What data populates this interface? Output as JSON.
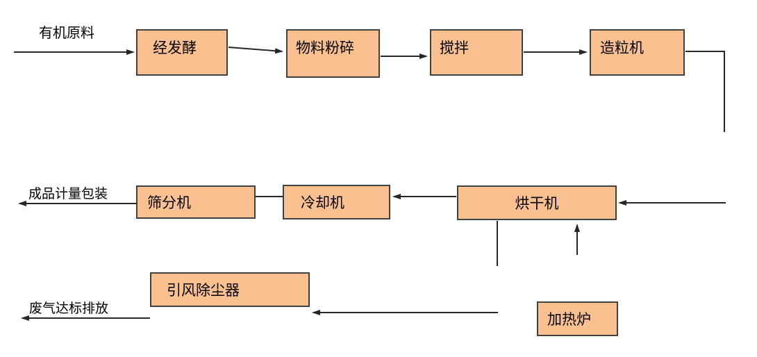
{
  "diagram": {
    "colors": {
      "canvas_bg": "#FFFFFF",
      "box_fill": "#FAC090",
      "box_border": "#404040",
      "line_color": "#262626",
      "text_color": "#000000"
    },
    "nodes": {
      "fermentation": {
        "label": "经发酵"
      },
      "crushing": {
        "label": "物料粉碎"
      },
      "mixing": {
        "label": "搅拌"
      },
      "granulator": {
        "label": "造粒机"
      },
      "screening": {
        "label": "筛分机"
      },
      "cooling": {
        "label": "冷却机"
      },
      "drying": {
        "label": "烘干机"
      },
      "dust_collector": {
        "label": "引风除尘器"
      },
      "furnace": {
        "label": "加热炉"
      }
    },
    "labels": {
      "input": "有机原料",
      "output": "成品计量包装",
      "exhaust": "废气达标排放"
    },
    "edges": [
      {
        "from": "input",
        "to": "fermentation"
      },
      {
        "from": "fermentation",
        "to": "crushing"
      },
      {
        "from": "crushing",
        "to": "mixing"
      },
      {
        "from": "mixing",
        "to": "granulator"
      },
      {
        "from": "granulator",
        "to": "drying"
      },
      {
        "from": "drying",
        "to": "cooling"
      },
      {
        "from": "cooling",
        "to": "screening"
      },
      {
        "from": "screening",
        "to": "output"
      },
      {
        "from": "drying",
        "to": "dust_collector"
      },
      {
        "from": "furnace",
        "to": "drying"
      },
      {
        "from": "dust_collector",
        "to": "exhaust"
      }
    ]
  }
}
